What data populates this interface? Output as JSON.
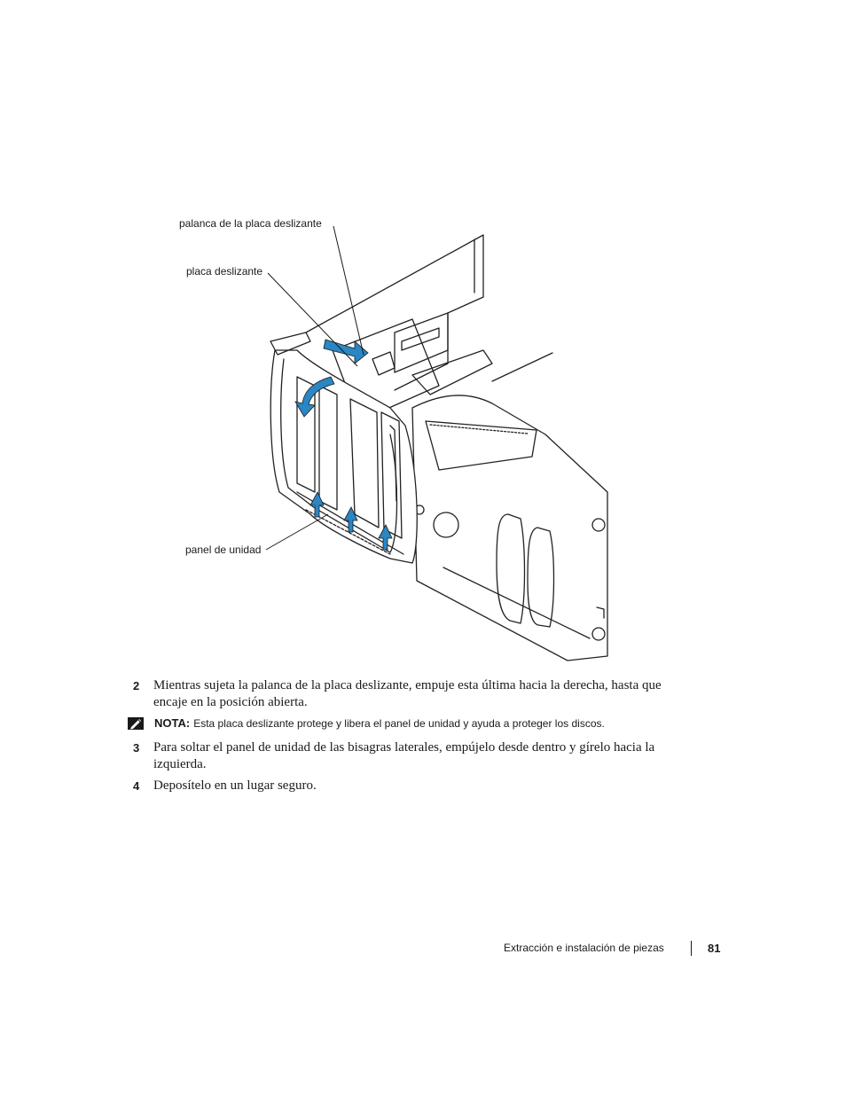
{
  "figure": {
    "labels": {
      "lever": "palanca de la placa deslizante",
      "plate": "placa deslizante",
      "panel": "panel de unidad"
    }
  },
  "steps": [
    {
      "number": "2",
      "text": "Mientras sujeta la palanca de la placa deslizante, empuje esta última hacia la derecha, hasta que encaje en la posición abierta."
    },
    {
      "number": "3",
      "text": "Para soltar el panel de unidad de las bisagras laterales, empújelo desde dentro y gírelo hacia la izquierda."
    },
    {
      "number": "4",
      "text": "Deposítelo en un lugar seguro."
    }
  ],
  "note": {
    "label": "NOTA:",
    "text": "Esta placa deslizante protege y libera el panel de unidad y ayuda a proteger los discos.",
    "icon": "pencil-note-icon"
  },
  "footer": {
    "section_title": "Extracción e instalación de piezas",
    "page_number": "81"
  },
  "colors": {
    "arrow_blue": "#2a86c4",
    "text": "#1a1a1a"
  }
}
